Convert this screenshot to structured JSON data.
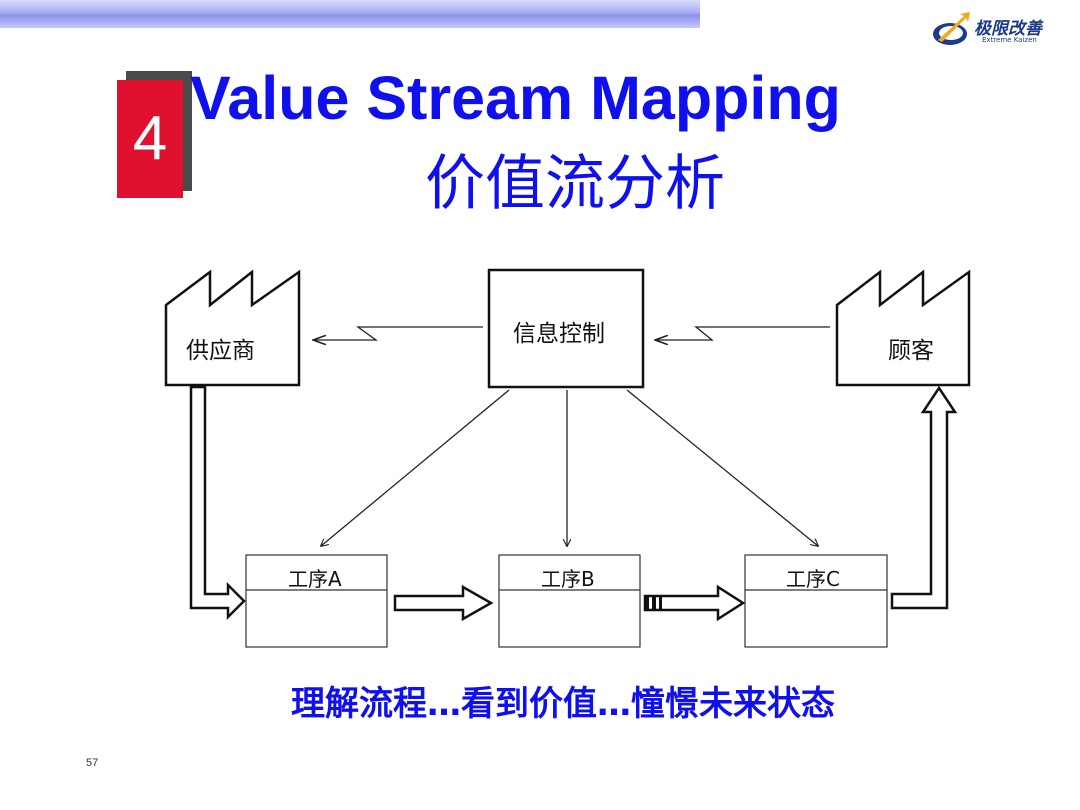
{
  "slide": {
    "number": "4",
    "title_en": "Value Stream Mapping",
    "title_cn": "价值流分析",
    "footer": "理解流程…看到价值…憧憬未来状态",
    "page_number": "57"
  },
  "logo": {
    "name_cn": "极限改善",
    "name_en": "Extreme Kaizen"
  },
  "diagram": {
    "supplier": "供应商",
    "info_control": "信息控制",
    "customer": "顾客",
    "processes": [
      "工序A",
      "工序B",
      "工序C"
    ]
  },
  "colors": {
    "title_blue": "#1010ee",
    "number_red": "#e0102f",
    "band_purple": "#8e92ef"
  }
}
